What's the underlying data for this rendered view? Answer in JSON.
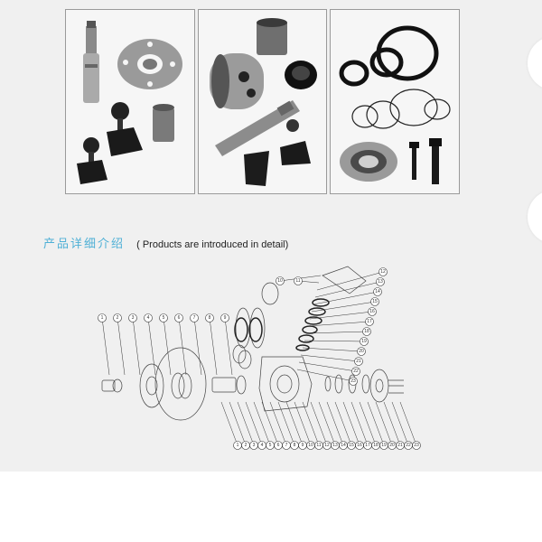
{
  "section": {
    "title_cn": "产品详细介绍",
    "title_en": "( Products are introduced in detail)"
  },
  "photos": [
    {
      "name": "shaft-and-flange-parts"
    },
    {
      "name": "cylinder-and-shaft-parts"
    },
    {
      "name": "seals-bearing-bolts"
    }
  ],
  "diagram": {
    "bottom_labels": [
      "1",
      "2",
      "3",
      "4",
      "5",
      "6",
      "7",
      "8",
      "9",
      "10",
      "11",
      "12",
      "13",
      "14",
      "15",
      "16",
      "17",
      "18",
      "19",
      "20",
      "21",
      "22",
      "23"
    ],
    "top_labels": [
      "1",
      "2",
      "3",
      "4",
      "5",
      "6",
      "7",
      "8",
      "9",
      "10",
      "11",
      "12",
      "13",
      "14",
      "15",
      "16",
      "17",
      "18",
      "19",
      "20",
      "21",
      "22",
      "23"
    ],
    "accent_color": "#333333",
    "background_color": "#f0f0f0"
  }
}
